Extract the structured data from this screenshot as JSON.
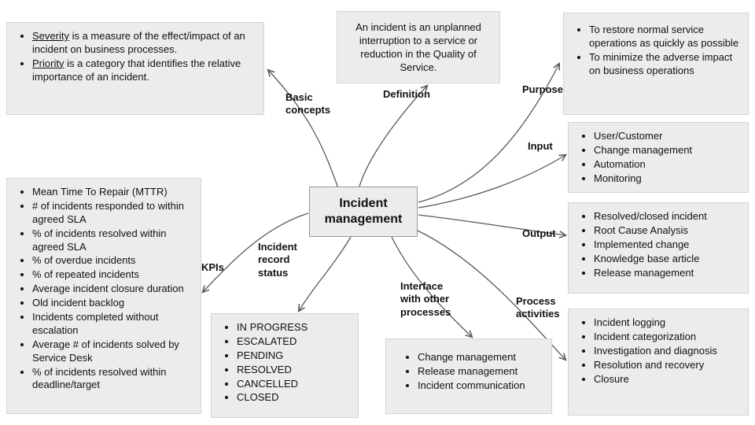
{
  "colors": {
    "box-bg": "#ececec",
    "box-border": "#d4d4d4",
    "node-border": "#999999",
    "line": "#595959",
    "text": "#111111"
  },
  "center_node": {
    "title": "Incident management"
  },
  "edge_labels": {
    "basic_concepts": "Basic concepts",
    "definition": "Definition",
    "purpose": "Purpose",
    "input": "Input",
    "output": "Output",
    "process_activities": "Process activities",
    "interface": "Interface with other processes",
    "record_status": "Incident record status",
    "kpis": "KPIs"
  },
  "boxes": {
    "basic_concepts": {
      "items": [
        {
          "term": "Severity",
          "text": " is a measure of the effect/impact of an incident on business processes."
        },
        {
          "term": "Priority",
          "text": " is a category that identifies the relative importance of an incident."
        }
      ]
    },
    "definition": {
      "text": "An incident is an unplanned interruption to a service or reduction in the Quality of Service."
    },
    "purpose": {
      "items": [
        "To restore normal service operations as quickly as possible",
        "To minimize the adverse impact on business operations"
      ]
    },
    "input": {
      "items": [
        "User/Customer",
        "Change management",
        "Automation",
        "Monitoring"
      ]
    },
    "output": {
      "items": [
        "Resolved/closed incident",
        "Root Cause Analysis",
        "Implemented change",
        "Knowledge base article",
        "Release management"
      ]
    },
    "process_activities": {
      "items": [
        "Incident logging",
        "Incident categorization",
        "Investigation and diagnosis",
        "Resolution and recovery",
        "Closure"
      ]
    },
    "interface": {
      "items": [
        "Change management",
        "Release management",
        "Incident communication"
      ]
    },
    "record_status": {
      "items": [
        "IN PROGRESS",
        "ESCALATED",
        "PENDING",
        "RESOLVED",
        "CANCELLED",
        "CLOSED"
      ]
    },
    "kpis": {
      "items": [
        "Mean Time To Repair (MTTR)",
        "# of incidents responded to within agreed SLA",
        "% of incidents resolved within agreed SLA",
        "% of overdue incidents",
        "% of repeated incidents",
        "Average incident closure duration",
        "Old incident backlog",
        "Incidents completed without escalation",
        "Average # of incidents solved by Service Desk",
        "% of incidents resolved within deadline/target"
      ]
    }
  }
}
